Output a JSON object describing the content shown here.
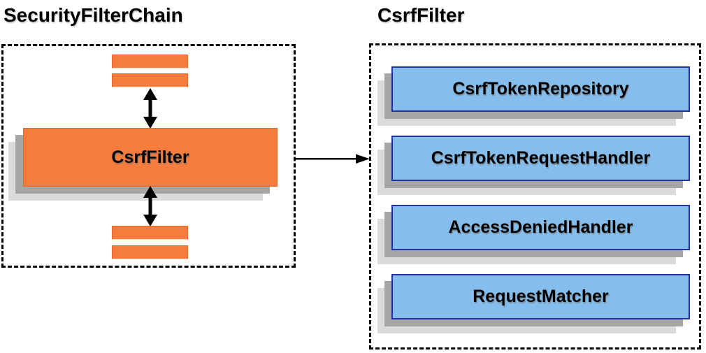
{
  "diagram": {
    "left_panel": {
      "title": "SecurityFilterChain",
      "node_label": "CsrfFilter"
    },
    "right_panel": {
      "title": "CsrfFilter",
      "components": [
        {
          "label": "CsrfTokenRepository"
        },
        {
          "label": "CsrfTokenRequestHandler"
        },
        {
          "label": "AccessDeniedHandler"
        },
        {
          "label": "RequestMatcher"
        }
      ]
    },
    "colors": {
      "orange_fill": "#F57C3D",
      "orange_border": "#ED6420",
      "blue_fill": "#85BEEC",
      "blue_border": "#2133A0",
      "shadow_dark": "#A6A6A6",
      "shadow_light": "#DBDBDB",
      "arrow_black": "#000000",
      "text_black": "#000000"
    }
  }
}
